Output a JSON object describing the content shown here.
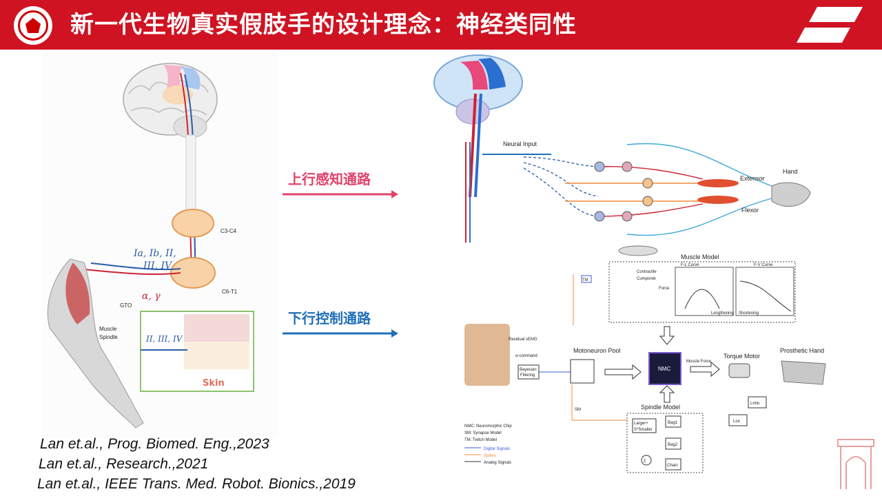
{
  "header": {
    "title": "新一代生物真实假肢手的设计理念：神经类同性",
    "logo_icon": "university-seal-icon",
    "corner_icon": "stripe-logo-icon",
    "bg_color": "#cf1322"
  },
  "left_figure": {
    "labels": {
      "segment_upper": "C3-C4",
      "segment_lower": "C6-T1",
      "afferents": "Ia, Ib, II,",
      "afferents2": "III, IV",
      "efferents": "α, γ",
      "gto": "GTO",
      "spindle1": "Muscle",
      "spindle2": "Spindle",
      "skin_fibers": "II, III, IV",
      "skin": "Skin"
    }
  },
  "arrows": {
    "ascending": {
      "label": "上行感知通路",
      "color": "#e0446a"
    },
    "descending": {
      "label": "下行控制通路",
      "color": "#1f6fba"
    }
  },
  "right_top": {
    "neural_input": "Neural Input",
    "extensor": "Extensor",
    "flexor": "Flexor",
    "hand": "Hand"
  },
  "right_bottom": {
    "muscle_model": "Muscle Model",
    "contractile": "Contractile",
    "componet": "Componet",
    "force": "Force",
    "fl_curve": "F-L Curve",
    "fv_curve": "F-V Curve",
    "lengthening": "Lengthening",
    "shortening": "Shortening",
    "tm": "TM",
    "residual_semg": "Residual sEMG",
    "alpha_command": "α-command",
    "bayesian1": "Bayesian",
    "bayesian2": "Filtering",
    "motoneuron_pool": "Motoneuron Pool",
    "nmc": "NMC",
    "muscle_force": "Muscle Force",
    "torque_motor": "Torque Motor",
    "prosthetic_hand": "Prosthetic Hand",
    "sm": "SM",
    "spindle_model": "Spindle Model",
    "lmtu": "Lmtu",
    "lce": "Lce",
    "larger1": "Larger+",
    "larger2": "S*Smaller",
    "bag1": "Bag1",
    "bag2": "Bag2",
    "chain": "Chain",
    "sigma": "Σ",
    "legend": [
      "NMC: Neuromorphic Chip",
      "SM: Synapse Model",
      "TM: Twitch Model"
    ],
    "signals": [
      {
        "label": "Digital Signals",
        "color": "#3a5bd9"
      },
      {
        "label": "Spikes",
        "color": "#f08a3c"
      },
      {
        "label": "Analog Signals",
        "color": "#333333"
      }
    ]
  },
  "citations": [
    "Lan et.al., Prog. Biomed. Eng.,2023",
    "Lan et.al., Research.,2021",
    "Lan et.al., IEEE Trans. Med. Robot. Bionics.,2019"
  ]
}
